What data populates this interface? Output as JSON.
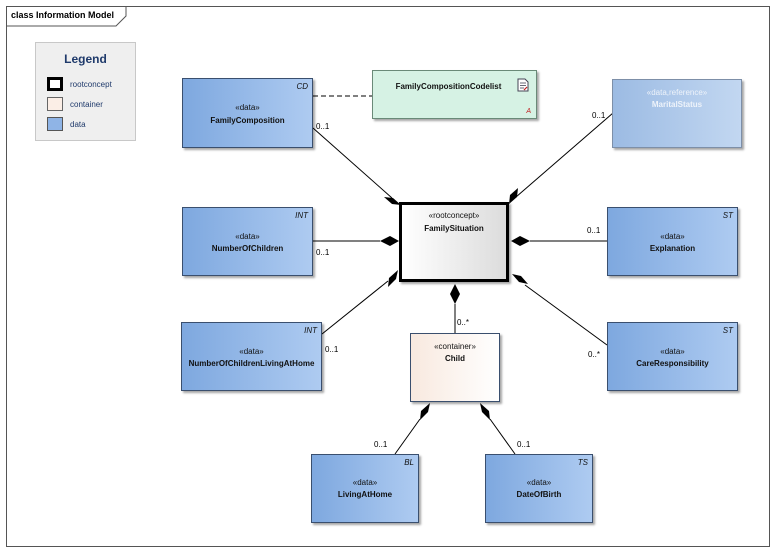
{
  "frame": {
    "title": "class Information Model"
  },
  "legend": {
    "title": "Legend",
    "items": [
      {
        "label": "rootconcept",
        "color": "#ffffff",
        "border": "#000000"
      },
      {
        "label": "container",
        "color": "#fbeee6",
        "border": "#666666"
      },
      {
        "label": "data",
        "color": "#8fb4e6",
        "border": "#555555"
      }
    ]
  },
  "elements": {
    "family_composition": {
      "stereotype": "«data»",
      "name": "FamilyComposition",
      "tag": "CD"
    },
    "codelist": {
      "name": "FamilyCompositionCodelist",
      "marker": "A"
    },
    "marital_status": {
      "stereotype": "«data,reference»",
      "name": "MaritalStatus"
    },
    "number_of_children": {
      "stereotype": "«data»",
      "name": "NumberOfChildren",
      "tag": "INT"
    },
    "family_situation": {
      "stereotype": "«rootconcept»",
      "name": "FamilySituation"
    },
    "explanation": {
      "stereotype": "«data»",
      "name": "Explanation",
      "tag": "ST"
    },
    "children_at_home": {
      "stereotype": "«data»",
      "name": "NumberOfChildrenLivingAtHome",
      "tag": "INT"
    },
    "child": {
      "stereotype": "«container»",
      "name": "Child"
    },
    "care_responsibility": {
      "stereotype": "«data»",
      "name": "CareResponsibility",
      "tag": "ST"
    },
    "living_at_home": {
      "stereotype": "«data»",
      "name": "LivingAtHome",
      "tag": "BL"
    },
    "date_of_birth": {
      "stereotype": "«data»",
      "name": "DateOfBirth",
      "tag": "TS"
    }
  },
  "multiplicities": {
    "family_composition": "0..1",
    "marital_status": "0..1",
    "number_of_children": "0..1",
    "explanation": "0..1",
    "children_at_home": "0..1",
    "child": "0..*",
    "care_responsibility": "0..*",
    "living_at_home": "0..1",
    "date_of_birth": "0..1"
  }
}
